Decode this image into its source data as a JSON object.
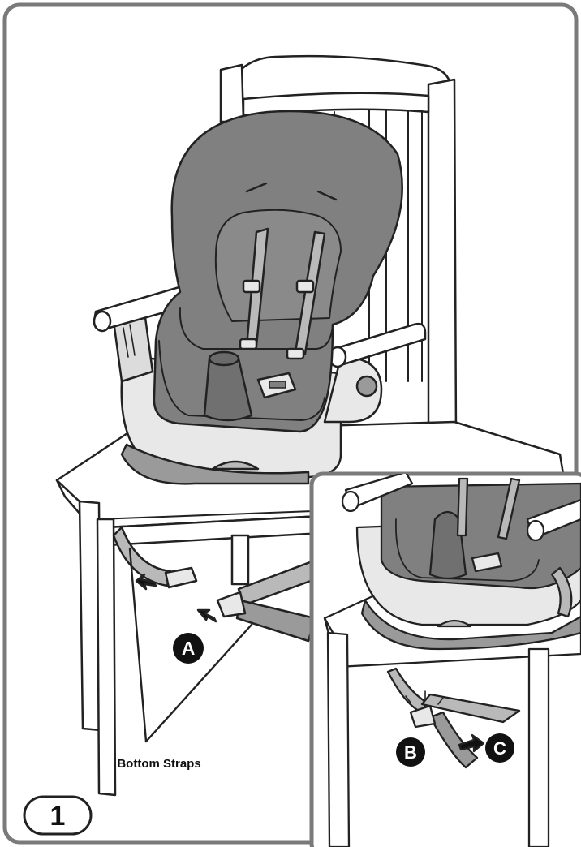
{
  "step": {
    "number": "1"
  },
  "labels": {
    "a": "A",
    "b": "B",
    "c": "C",
    "bottom_straps": "Bottom Straps"
  },
  "colors": {
    "pad": "#808080",
    "pad_dark": "#6a6a6a",
    "strap": "#9a9a9a",
    "strap_light": "#b9b9b9",
    "base": "#e8e8e8",
    "outline": "#222222",
    "frame": "#7a7a7a"
  }
}
